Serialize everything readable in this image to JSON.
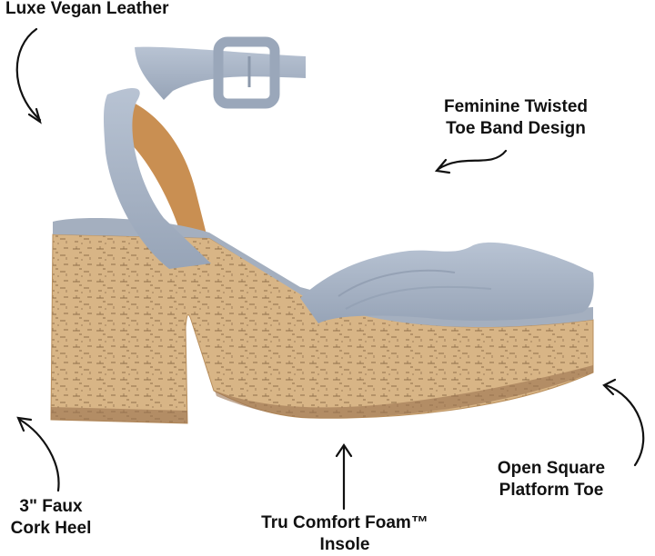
{
  "labels": {
    "leather": "Luxe Vegan Leather",
    "toeband": [
      "Feminine Twisted",
      "Toe Band Design"
    ],
    "toe": [
      "Open Square",
      "Platform Toe"
    ],
    "heel": [
      "3\" Faux",
      "Cork Heel"
    ],
    "insole": [
      "Tru Comfort Foam™",
      "Insole"
    ]
  },
  "colors": {
    "strap": "#a9b5c6",
    "cork": "#d3ad7c",
    "lining": "#c98f52",
    "text": "#111111"
  }
}
